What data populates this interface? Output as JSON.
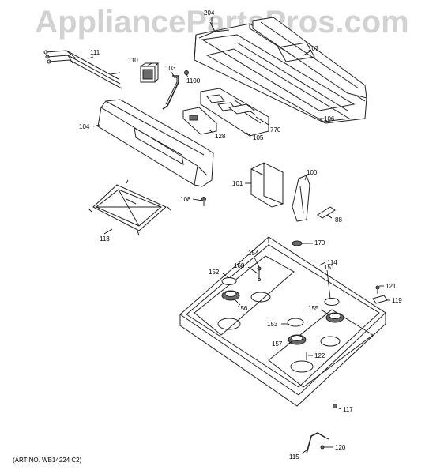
{
  "watermark": "AppliancePartsPros.com",
  "art_number": "(ART NO. WB14224 C2)",
  "callouts": {
    "c204": "204",
    "c107": "107",
    "c111": "111",
    "c110": "110",
    "c103": "103",
    "c1100": "1100",
    "c104": "104",
    "c106": "106",
    "c770": "770",
    "c128": "128",
    "c105": "105",
    "c101": "101",
    "c100": "100",
    "c108": "108",
    "c88": "88",
    "c113": "113",
    "c170": "170",
    "c154": "154",
    "c114": "114",
    "c168": "168",
    "c152": "152",
    "c151": "151",
    "c121": "121",
    "c119": "119",
    "c156": "156",
    "c155": "155",
    "c153": "153",
    "c157": "157",
    "c122": "122",
    "c117": "117",
    "c115": "115",
    "c120": "120"
  }
}
